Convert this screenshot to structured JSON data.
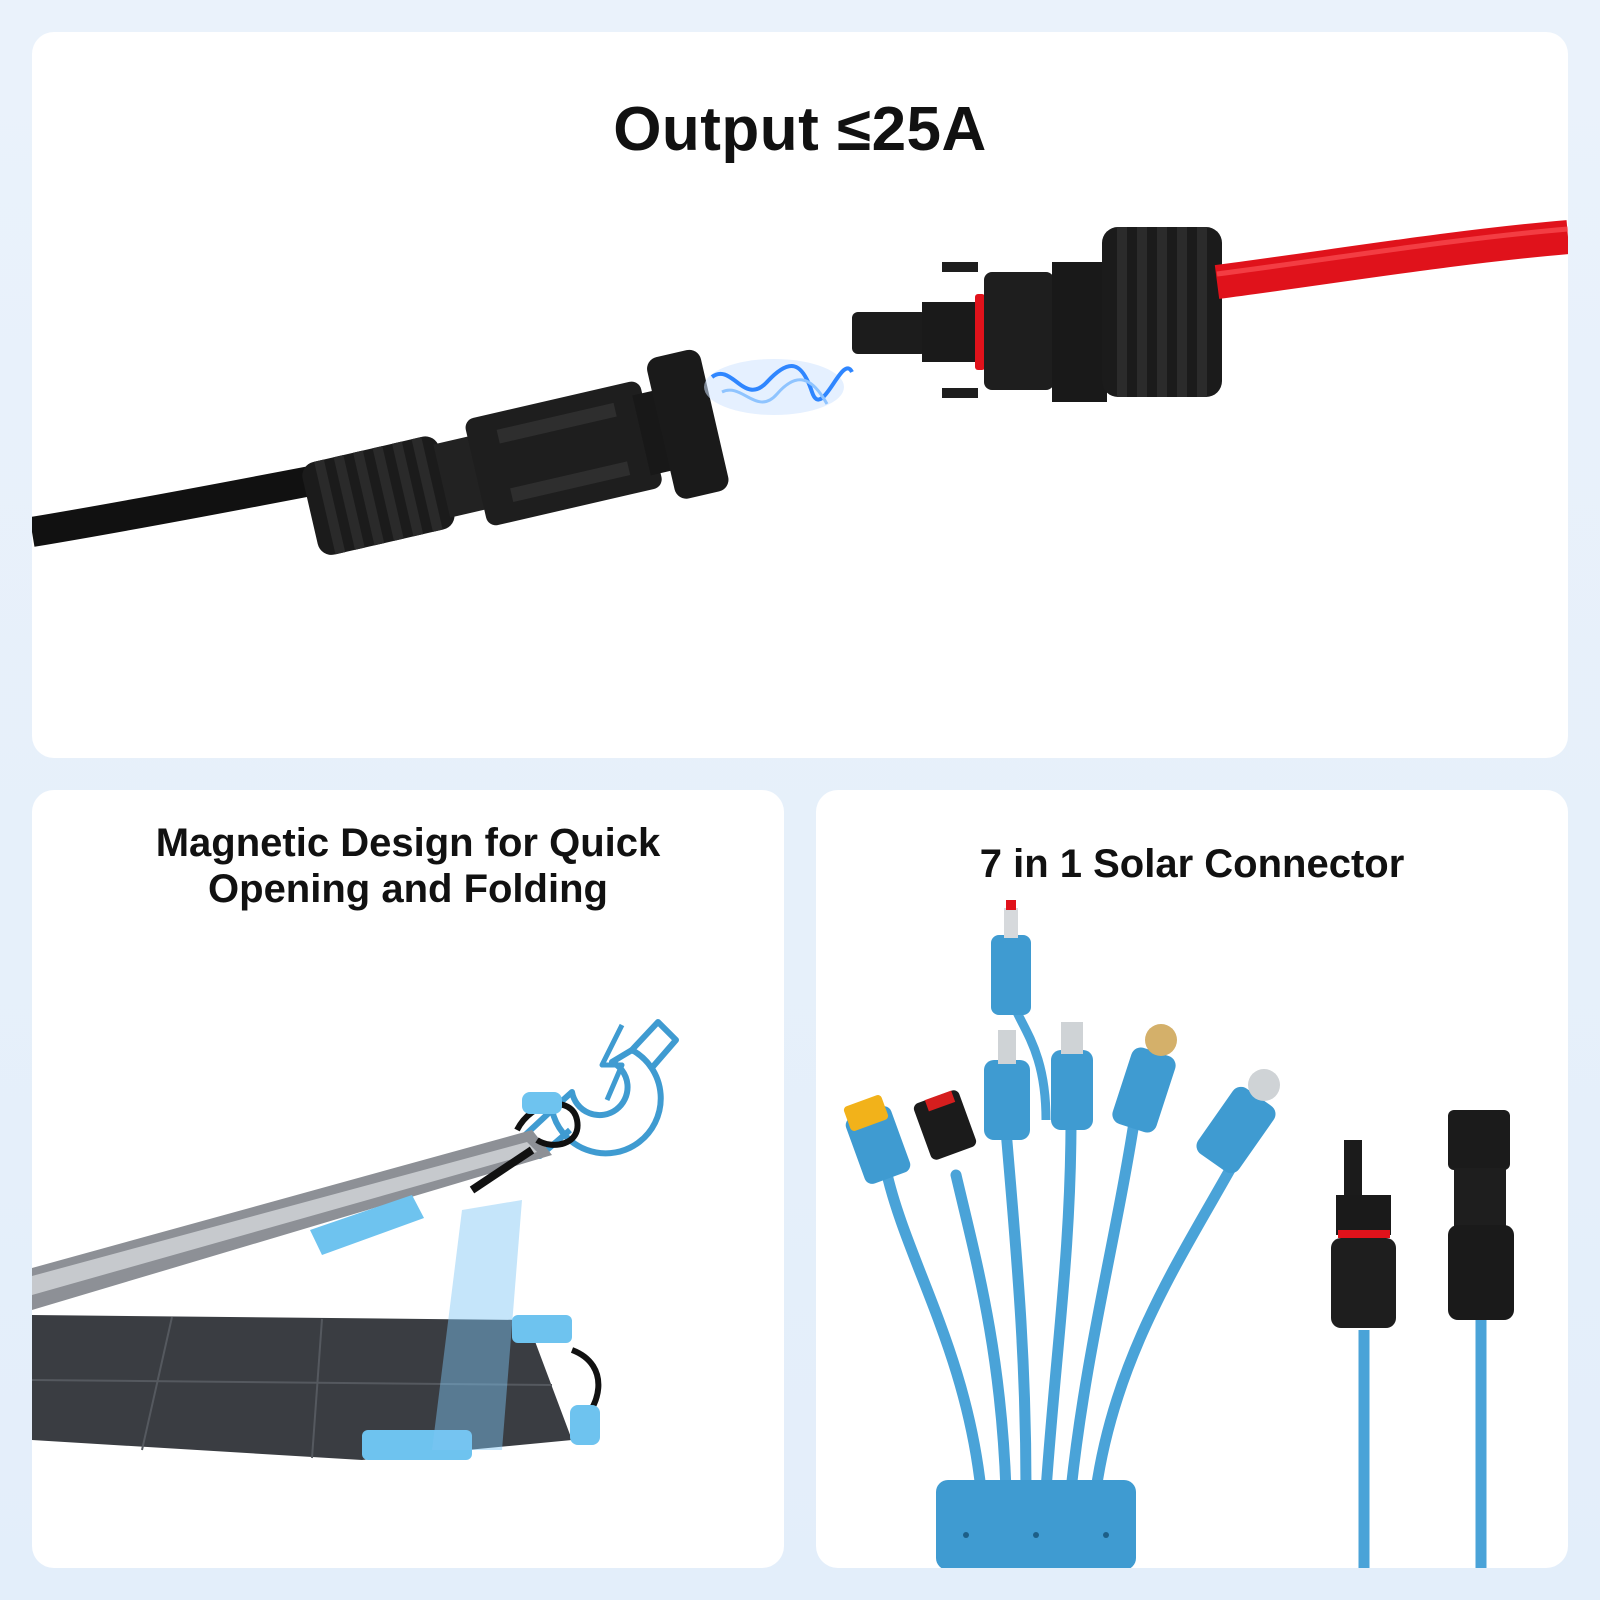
{
  "panels": {
    "top": {
      "title": "Output ≤25A"
    },
    "left": {
      "title_line1": "Magnetic Design for Quick",
      "title_line2": "Opening and Folding"
    },
    "right": {
      "title": "7 in 1 Solar Connector"
    }
  },
  "colors": {
    "background": "#e6f0fa",
    "card": "#ffffff",
    "cable_black": "#111111",
    "cable_red": "#e0121b",
    "accent_blue": "#4aa3d8",
    "connector_blue": "#3f9bd1",
    "spark_blue": "#5aa8ff"
  },
  "icons": [
    "magnet-icon",
    "lightning-icon",
    "spark-effect"
  ]
}
